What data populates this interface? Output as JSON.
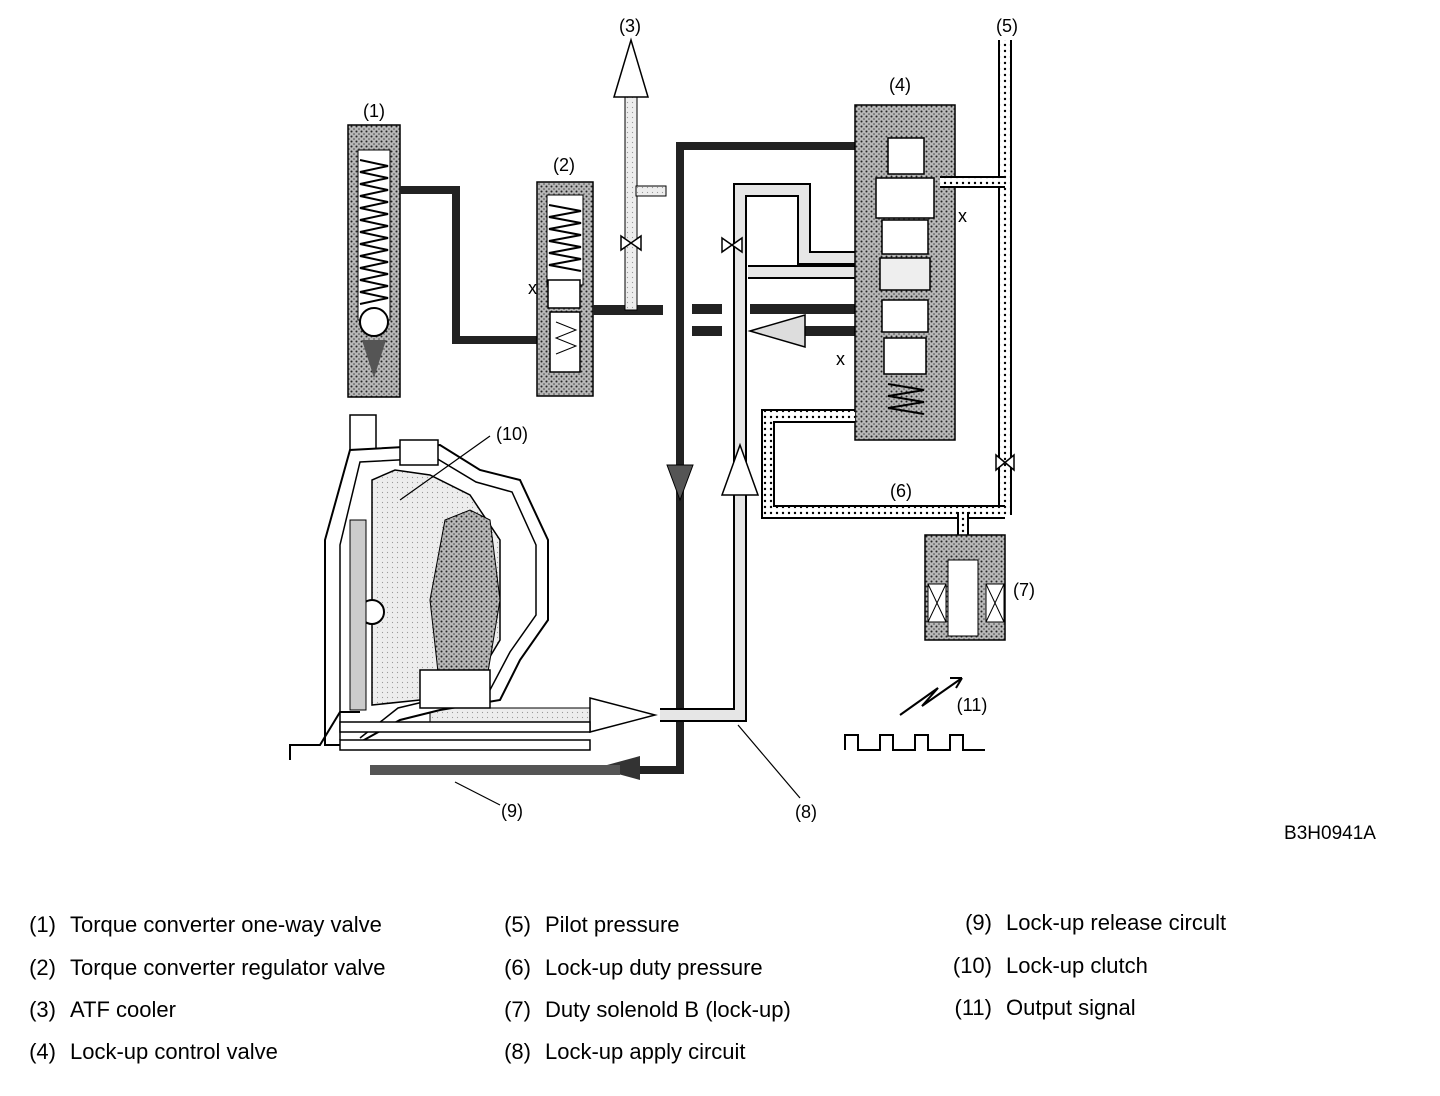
{
  "figure_code": "B3H0941A",
  "callouts": {
    "c1": "(1)",
    "c2": "(2)",
    "c3": "(3)",
    "c4": "(4)",
    "c5": "(5)",
    "c6": "(6)",
    "c7": "(7)",
    "c8": "(8)",
    "c9": "(9)",
    "c10": "(10)",
    "c11": "(11)"
  },
  "legend": [
    {
      "num": "(1)",
      "text": "Torque converter one-way valve"
    },
    {
      "num": "(2)",
      "text": "Torque converter regulator valve"
    },
    {
      "num": "(3)",
      "text": "ATF cooler"
    },
    {
      "num": "(4)",
      "text": "Lock-up control valve"
    },
    {
      "num": "(5)",
      "text": "Pilot pressure"
    },
    {
      "num": "(6)",
      "text": "Lock-up duty pressure"
    },
    {
      "num": "(7)",
      "text": "Duty solenold B (lock-up)"
    },
    {
      "num": "(8)",
      "text": "Lock-up apply circuit"
    },
    {
      "num": "(9)",
      "text": "Lock-up release circult"
    },
    {
      "num": "(10)",
      "text": "Lock-up clutch"
    },
    {
      "num": "(11)",
      "text": "Output signal"
    }
  ]
}
